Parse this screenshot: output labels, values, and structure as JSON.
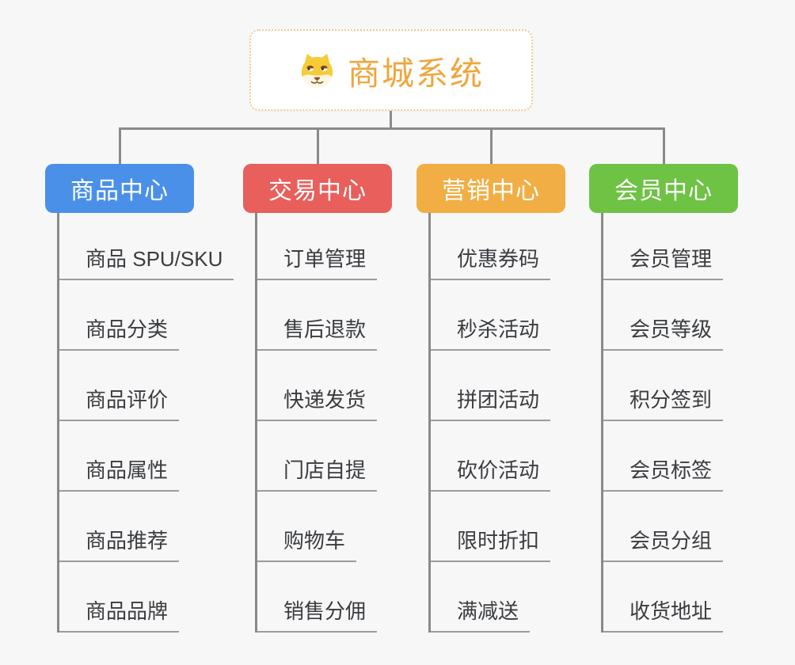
{
  "page": {
    "background_color": "#F7F7F8",
    "connector_color": "#8A8A8A",
    "underline_color": "#9C9C9C"
  },
  "root": {
    "title": "商城系统",
    "icon": "dog-face-icon",
    "text_color": "#F0A63C",
    "border_color": "#F2CA87"
  },
  "branches": [
    {
      "label": "商品中心",
      "color": "#4A90E8",
      "children": [
        "商品 SPU/SKU",
        "商品分类",
        "商品评价",
        "商品属性",
        "商品推荐",
        "商品品牌"
      ]
    },
    {
      "label": "交易中心",
      "color": "#E85F5B",
      "children": [
        "订单管理",
        "售后退款",
        "快递发货",
        "门店自提",
        "购物车",
        "销售分佣"
      ]
    },
    {
      "label": "营销中心",
      "color": "#F0AE44",
      "children": [
        "优惠券码",
        "秒杀活动",
        "拼团活动",
        "砍价活动",
        "限时折扣",
        "满减送"
      ]
    },
    {
      "label": "会员中心",
      "color": "#6EC244",
      "children": [
        "会员管理",
        "会员等级",
        "积分签到",
        "会员标签",
        "会员分组",
        "收货地址"
      ]
    }
  ]
}
